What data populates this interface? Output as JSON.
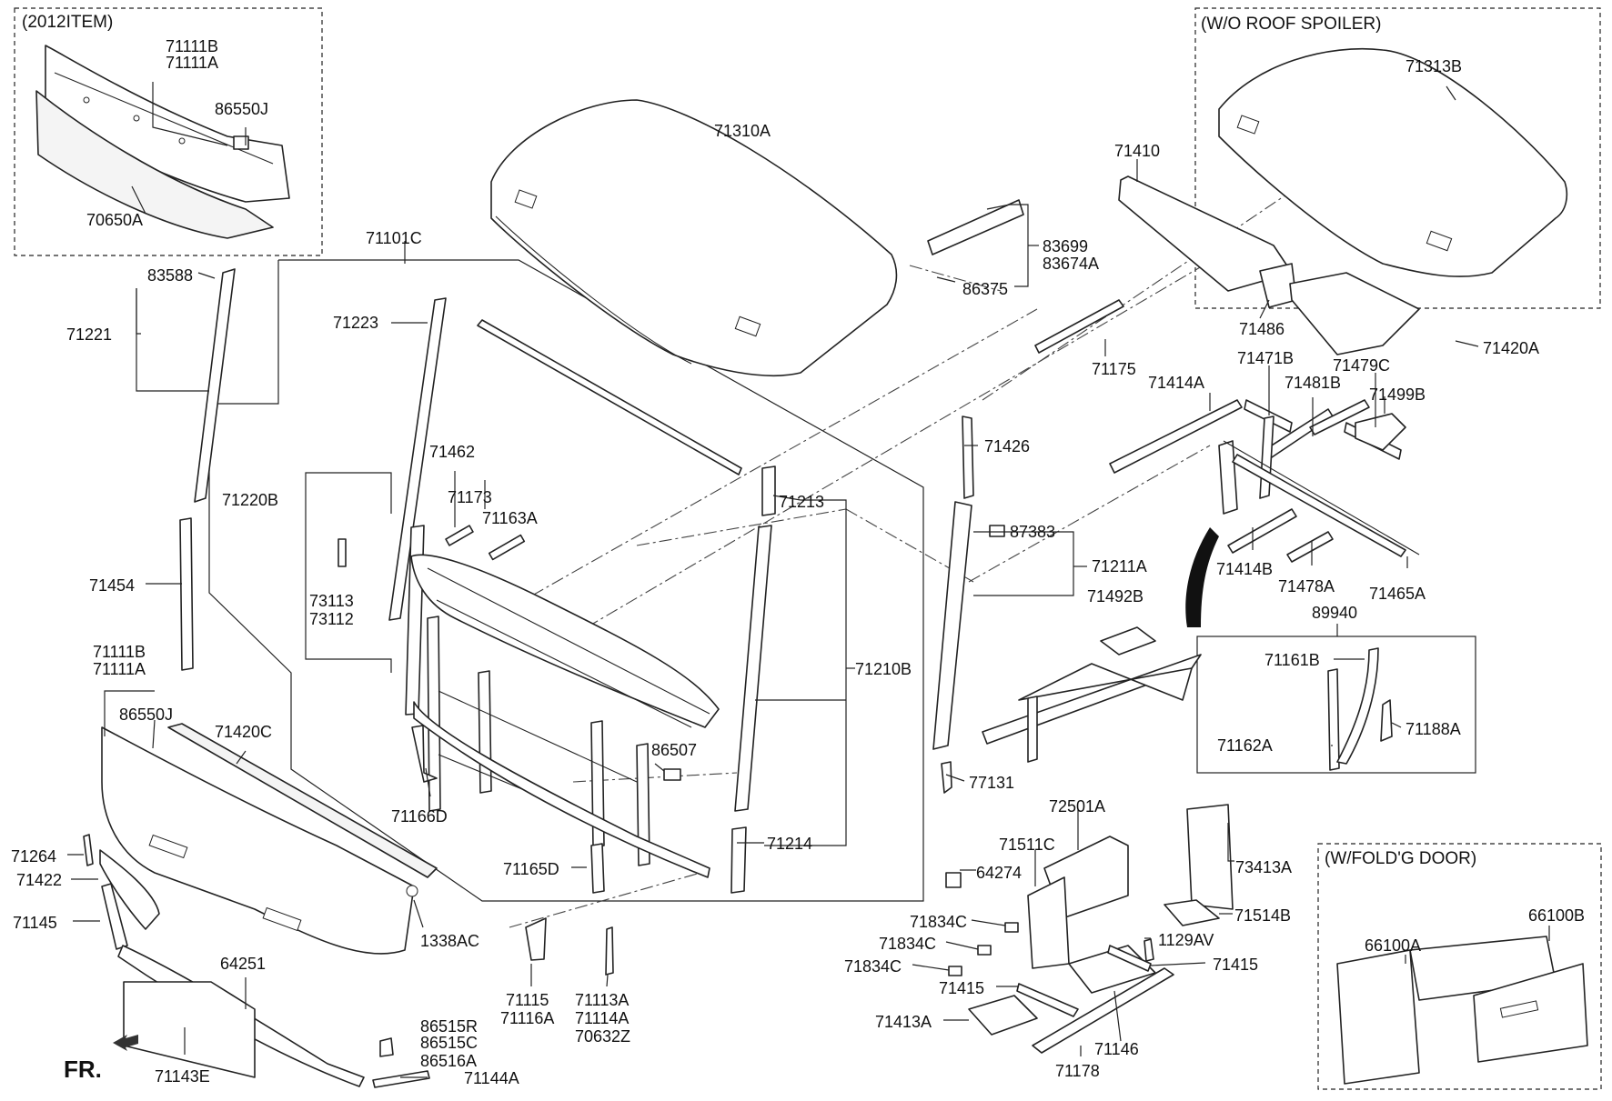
{
  "boxes": {
    "item2012": "(2012ITEM)",
    "wo_roof_spoiler": "(W/O ROOF SPOILER)",
    "wfold_door": "(W/FOLD'G DOOR)"
  },
  "direction": "FR.",
  "labels": {
    "p71111b_a": "71111B",
    "p71111a_a": "71111A",
    "p86550j_a": "86550J",
    "p70650a": "70650A",
    "p71101c": "71101C",
    "p83588": "83588",
    "p71221": "71221",
    "p71223": "71223",
    "p71220b": "71220B",
    "p73113": "73113",
    "p73112": "73112",
    "p71454": "71454",
    "p71111b_b": "71111B",
    "p71111a_b": "71111A",
    "p86550j_b": "86550J",
    "p71420c": "71420C",
    "p71264": "71264",
    "p71422": "71422",
    "p71145": "71145",
    "p64251": "64251",
    "p1338ac": "1338AC",
    "p71143e": "71143E",
    "p86515r": "86515R",
    "p86515c": "86515C",
    "p86516a": "86516A",
    "p71144a": "71144A",
    "p71310a": "71310A",
    "p71462": "71462",
    "p71173": "71173",
    "p71163a": "71163A",
    "p71166d": "71166D",
    "p71165d": "71165D",
    "p86507": "86507",
    "p71115": "71115",
    "p71116a": "71116A",
    "p71113a": "71113A",
    "p71114a": "71114A",
    "p70632z": "70632Z",
    "p71213": "71213",
    "p71210b": "71210B",
    "p71214": "71214",
    "p83699": "83699",
    "p83674a": "83674A",
    "p86375": "86375",
    "p71410": "71410",
    "p71175": "71175",
    "p71426": "71426",
    "p87383": "87383",
    "p71211a": "71211A",
    "p77131": "77131",
    "p71313b": "71313B",
    "p71486": "71486",
    "p71420a": "71420A",
    "p71414a": "71414A",
    "p71471b": "71471B",
    "p71481b": "71481B",
    "p71479c": "71479C",
    "p71499b": "71499B",
    "p71414b": "71414B",
    "p71478a": "71478A",
    "p71465a": "71465A",
    "p71492b": "71492B",
    "p89940": "89940",
    "p71161b": "71161B",
    "p71162a": "71162A",
    "p71188a": "71188A",
    "p72501a": "72501A",
    "p71511c": "71511C",
    "p64274": "64274",
    "p73413a": "73413A",
    "p71514b": "71514B",
    "p71834c_1": "71834C",
    "p71834c_2": "71834C",
    "p71834c_3": "71834C",
    "p1129av": "1129AV",
    "p71415_1": "71415",
    "p71415_2": "71415",
    "p71413a": "71413A",
    "p71146": "71146",
    "p71178": "71178",
    "p66100a": "66100A",
    "p66100b": "66100B"
  }
}
